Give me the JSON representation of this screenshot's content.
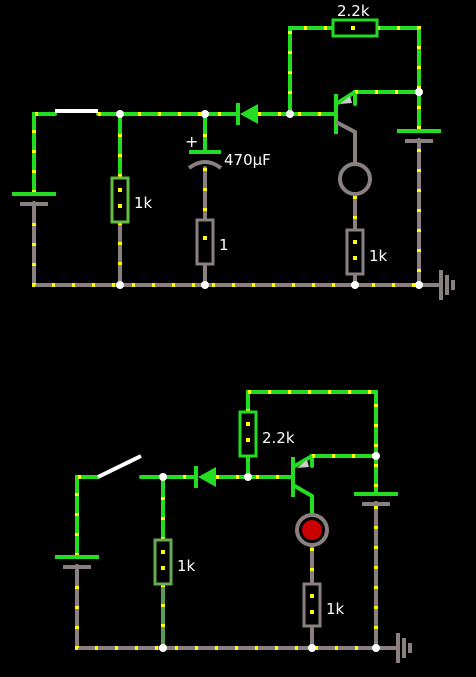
{
  "colors": {
    "background": "#000000",
    "wire_live": "#22dd22",
    "wire_ground": "#8a8080",
    "current_dots": "#ffff00",
    "node": "#ffffff",
    "led_on": "#cc0000"
  },
  "top_circuit": {
    "collector_resistor": "2.2k",
    "base_resistor": "1k",
    "capacitor_value": "470µF",
    "capacitor_polarity": "+",
    "series_resistor": "1",
    "emitter_resistor": "1k",
    "switch_state": "closed",
    "led_state": "off",
    "icons": [
      "battery-icon",
      "switch-icon",
      "diode-icon",
      "npn-transistor-icon",
      "capacitor-icon",
      "lamp-icon",
      "ground-icon"
    ]
  },
  "bottom_circuit": {
    "collector_resistor": "2.2k",
    "base_resistor": "1k",
    "emitter_resistor": "1k",
    "switch_state": "open",
    "led_state": "on",
    "icons": [
      "battery-icon",
      "switch-icon",
      "diode-icon",
      "npn-transistor-icon",
      "led-icon",
      "ground-icon"
    ]
  }
}
